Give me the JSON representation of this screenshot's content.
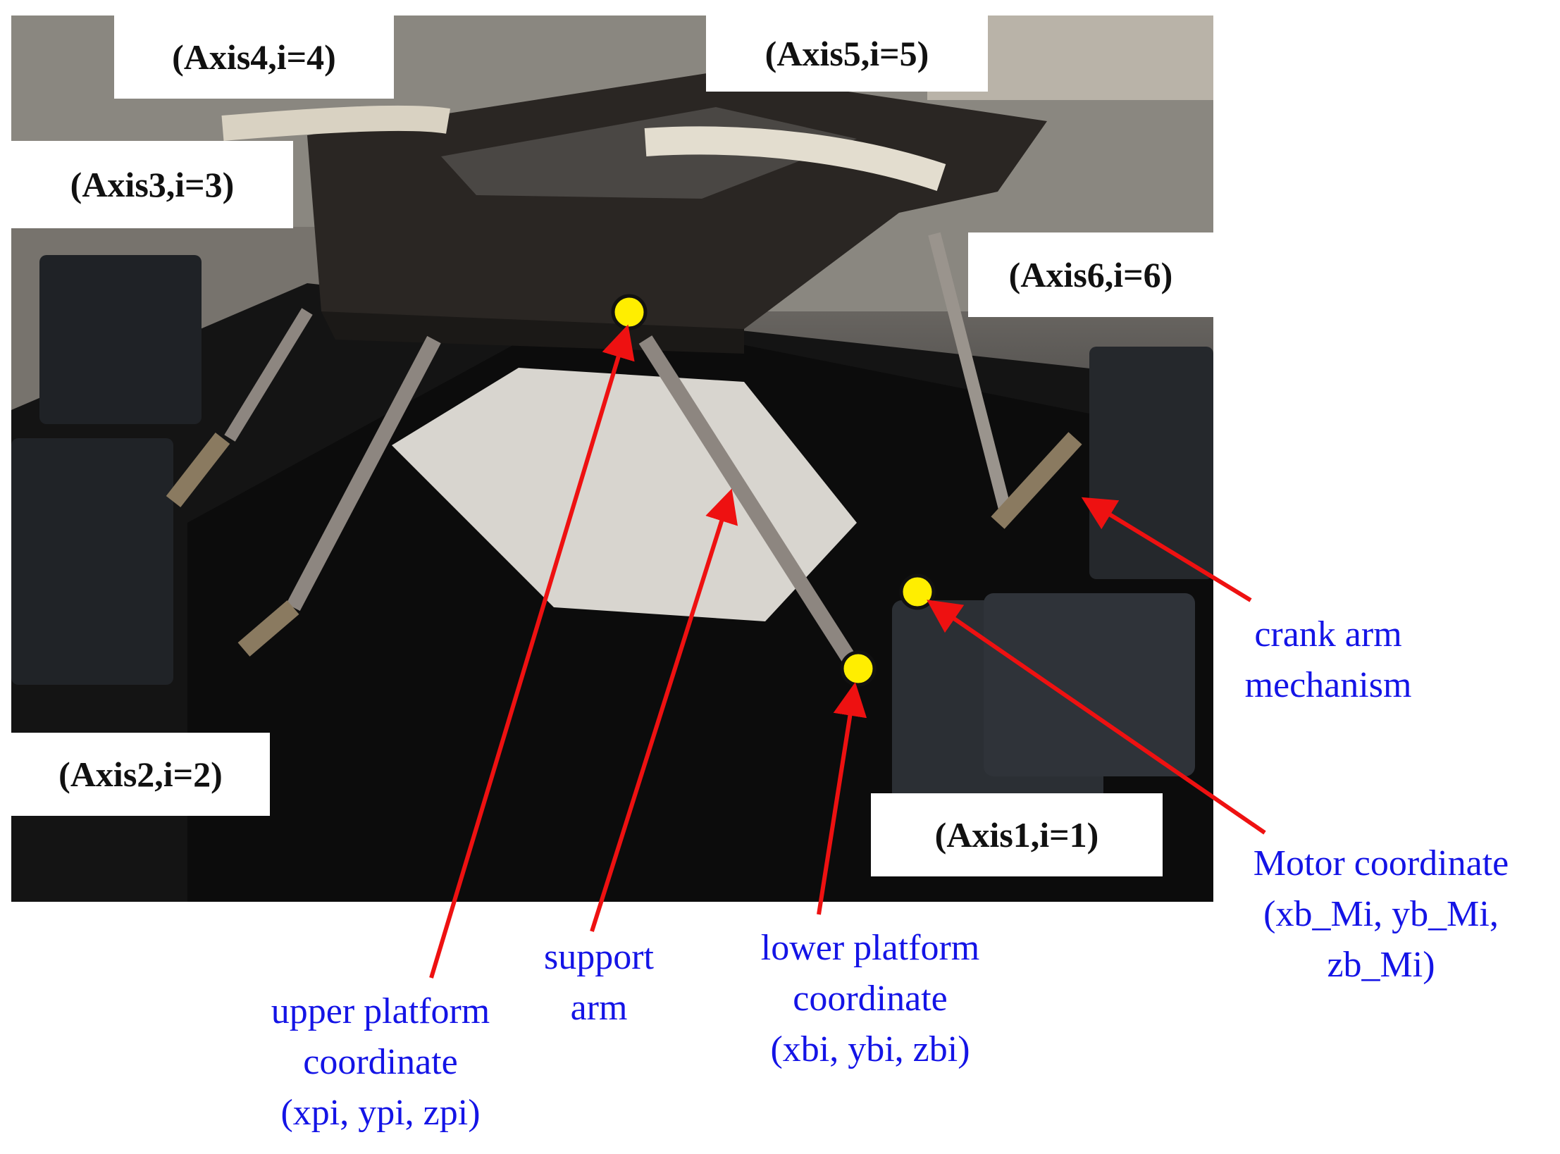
{
  "axis_labels": {
    "axis1": "(Axis1,i=1)",
    "axis2": "(Axis2,i=2)",
    "axis3": "(Axis3,i=3)",
    "axis4": "(Axis4,i=4)",
    "axis5": "(Axis5,i=5)",
    "axis6": "(Axis6,i=6)"
  },
  "annotations": {
    "upper_platform": [
      "upper platform",
      "coordinate",
      "(xpi, ypi, zpi)"
    ],
    "support_arm": [
      "support",
      "arm"
    ],
    "lower_platform": [
      "lower platform",
      "coordinate",
      "(xbi, ybi, zbi)"
    ],
    "crank_arm": [
      "crank arm",
      "mechanism"
    ],
    "motor": [
      "Motor coordinate",
      "(xb_Mi, yb_Mi,",
      "zb_Mi)"
    ]
  },
  "colors": {
    "annotation_text": "#1414e6",
    "arrow": "#ee1111",
    "marker": "#ffee00"
  }
}
